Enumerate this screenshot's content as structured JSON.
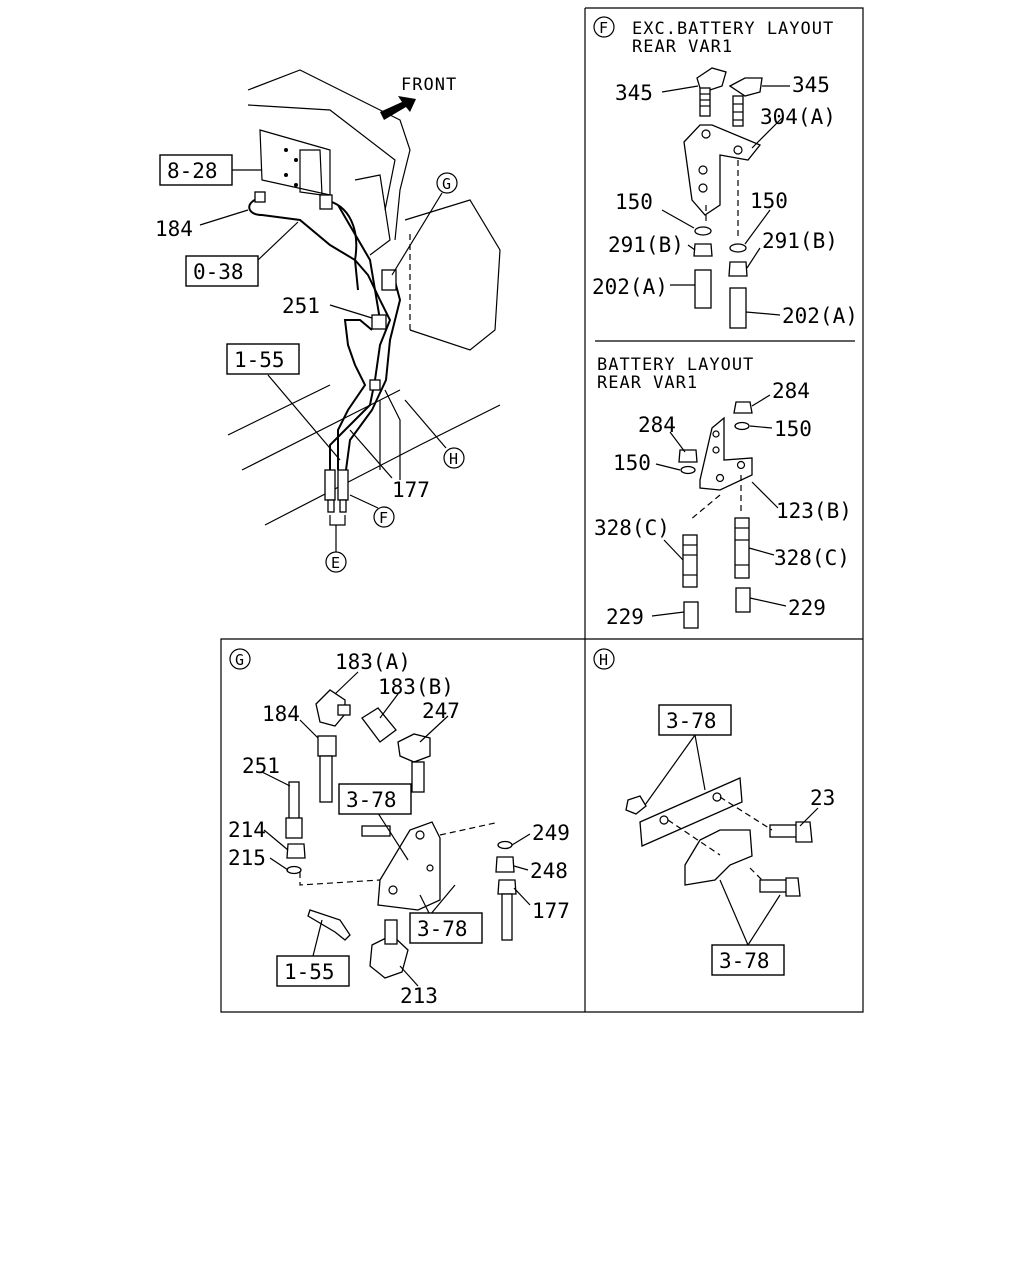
{
  "main": {
    "front_label": "FRONT",
    "ref_8_28": "8-28",
    "ref_0_38": "0-38",
    "ref_1_55": "1-55",
    "part_184": "184",
    "part_251": "251",
    "part_177": "177",
    "callout_G": "G",
    "callout_H": "H",
    "callout_F": "F",
    "callout_E": "E"
  },
  "panel_f": {
    "marker": "F",
    "title_line1": "EXC.BATTERY LAYOUT",
    "title_line2": "REAR VAR1",
    "labels": {
      "p345_left": "345",
      "p345_right": "345",
      "p304a": "304(A)",
      "p150_left": "150",
      "p150_right": "150",
      "p291b_left": "291(B)",
      "p291b_right": "291(B)",
      "p202a_left": "202(A)",
      "p202a_right": "202(A)"
    },
    "battery_title_line1": "BATTERY LAYOUT",
    "battery_title_line2": "REAR VAR1",
    "battery_labels": {
      "p284_top": "284",
      "p284_left": "284",
      "p150_right": "150",
      "p150_left": "150",
      "p123b": "123(B)",
      "p328c_left": "328(C)",
      "p328c_right": "328(C)",
      "p229_left": "229",
      "p229_right": "229"
    }
  },
  "panel_g": {
    "marker": "G",
    "labels": {
      "p183a": "183(A)",
      "p183b": "183(B)",
      "p184": "184",
      "p247": "247",
      "p251": "251",
      "ref_3_78_top": "3-78",
      "p214": "214",
      "p215": "215",
      "p249": "249",
      "p248": "248",
      "p177": "177",
      "ref_3_78_bottom": "3-78",
      "ref_1_55": "1-55",
      "p213": "213"
    }
  },
  "panel_h": {
    "marker": "H",
    "labels": {
      "ref_3_78_top": "3-78",
      "p23": "23",
      "ref_3_78_bottom": "3-78"
    }
  }
}
